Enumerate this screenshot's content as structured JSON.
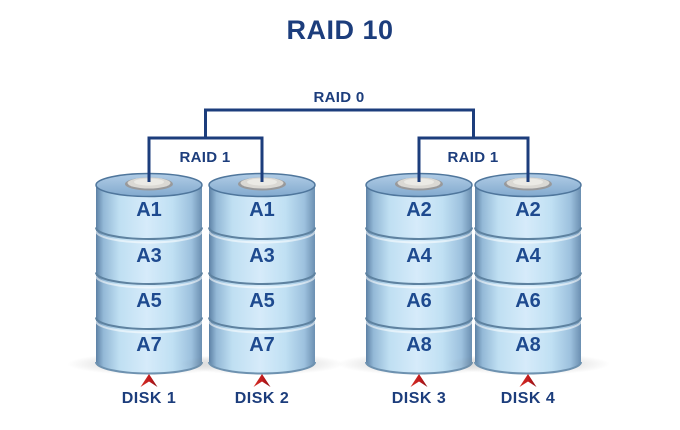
{
  "title": "RAID 10",
  "hierarchy": {
    "raid0_label": "RAID 0",
    "raid1_labels": [
      "RAID 1",
      "RAID 1"
    ]
  },
  "disks": [
    {
      "name": "DISK 1",
      "blocks": [
        "A1",
        "A3",
        "A5",
        "A7"
      ]
    },
    {
      "name": "DISK 2",
      "blocks": [
        "A1",
        "A3",
        "A5",
        "A7"
      ]
    },
    {
      "name": "DISK 3",
      "blocks": [
        "A2",
        "A4",
        "A6",
        "A8"
      ]
    },
    {
      "name": "DISK 4",
      "blocks": [
        "A2",
        "A4",
        "A6",
        "A8"
      ]
    }
  ],
  "icons": {
    "disk_pointer": "red-up-arrow"
  },
  "colors": {
    "navy": "#1c3d7c",
    "block_text": "#1e4a8f",
    "line": "#1c3d7c",
    "red": "#c01a1d",
    "cylinder_light": "#d6ebfa",
    "cylinder_mid": "#bfdff2",
    "cylinder_edge": "#5d81a5"
  }
}
